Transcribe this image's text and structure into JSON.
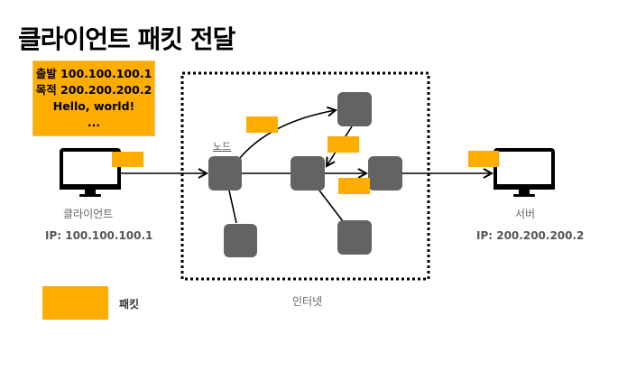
{
  "title": "클라이언트 패킷 전달",
  "packet_info": {
    "lines": [
      "출발 100.100.100.1",
      "목적 200.200.200.2",
      "Hello, world!",
      "..."
    ]
  },
  "client": {
    "label": "클라이언트",
    "ip": "IP: 100.100.100.1"
  },
  "server": {
    "label": "서버",
    "ip": "IP: 200.200.200.2"
  },
  "internet_label": "인터넷",
  "node_label": "노드",
  "legend": {
    "packet_label": "패킷"
  },
  "colors": {
    "packet": "#fdad00",
    "node": "#636363",
    "line": "#000000"
  }
}
